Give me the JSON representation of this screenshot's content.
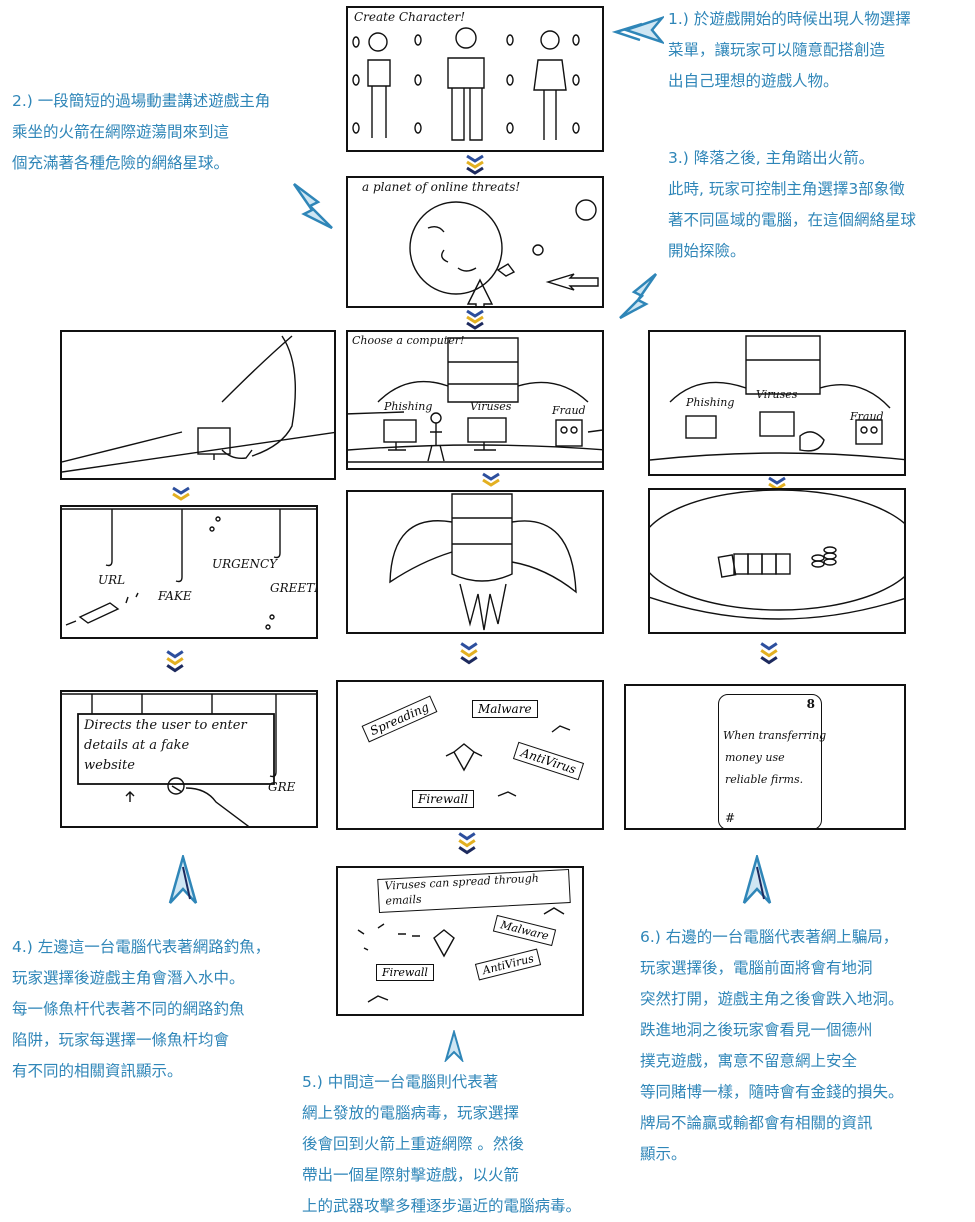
{
  "notes": {
    "n1": [
      "1.) 於遊戲開始的時候出現人物選擇",
      "菜單，讓玩家可以隨意配搭創造",
      "出自己理想的遊戲人物。"
    ],
    "n2": [
      "2.) 一段簡短的過場動畫講述遊戲主角",
      "乘坐的火箭在網際遊蕩間來到這",
      "個充滿著各種危險的網絡星球。"
    ],
    "n3": [
      "3.) 降落之後, 主角踏出火箭。",
      "此時, 玩家可控制主角選擇3部象徵",
      "著不同區域的電腦，在這個網絡星球",
      "開始探險。"
    ],
    "n4": [
      "4.) 左邊這一台電腦代表著網路釣魚，",
      "玩家選擇後遊戲主角會潛入水中。",
      "每一條魚杆代表著不同的網路釣魚",
      "陷阱，玩家每選擇一條魚杆均會",
      "有不同的相關資訊顯示。"
    ],
    "n5": [
      "5.) 中間這一台電腦則代表著",
      "網上發放的電腦病毒，玩家選擇",
      "後會回到火箭上重遊網際 。然後",
      "帶出一個星際射擊遊戲，以火箭",
      "上的武器攻擊多種逐步逼近的電腦病毒。"
    ],
    "n6": [
      "6.) 右邊的一台電腦代表著網上騙局，",
      "玩家選擇後，電腦前面將會有地洞",
      "突然打開，遊戲主角之後會跌入地洞。",
      "跌進地洞之後玩家會看見一個德州",
      "撲克遊戲，寓意不留意網上安全",
      "等同賭博一樣，隨時會有金錢的損失。",
      "牌局不論贏或輸都會有相關的資訊",
      "顯示。"
    ]
  },
  "sketch": {
    "create_character": "Create Character!",
    "planet_caption": "a planet of online threats!",
    "choose_computer": "Choose a computer!",
    "phishing": "Phishing",
    "viruses": "Viruses",
    "fraud": "Fraud",
    "phishing_right": "Phishing",
    "viruses_right": "Viruses",
    "fraud_right": "Fraud",
    "url": "URL",
    "fake": "FAKE",
    "urgency": "URGENCY",
    "greeting": "GREETI",
    "phish_card": [
      "Directs the user to enter",
      "details at a fake",
      "website"
    ],
    "gre": "GRE",
    "spreading": "Spreading",
    "malware": "Malware",
    "antivirus": "AntiVirus",
    "firewall": "Firewall",
    "virus_banner": [
      "Viruses can spread through",
      "emails"
    ],
    "malware2": "Malware",
    "antivirus2": "AntiVirus",
    "firewall2": "Firewall",
    "card_corner_top": "8",
    "card_text": [
      "When transferring",
      "money use",
      "reliable firms."
    ],
    "card_corner_bottom": "#"
  },
  "colors": {
    "note_text": "#2f86b8",
    "chevron_blue": "#2d4f9e",
    "chevron_yellow": "#e3b021",
    "chevron_navy": "#1d2a5e"
  }
}
